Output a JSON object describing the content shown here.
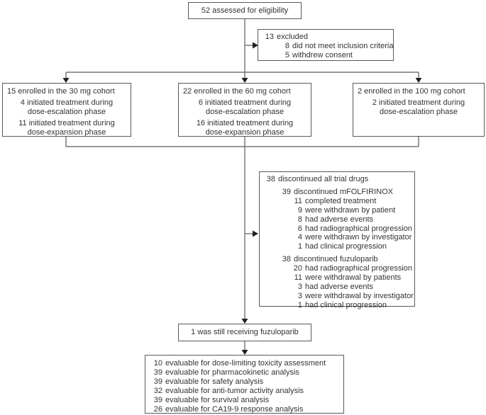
{
  "colors": {
    "box_border": "#58595b",
    "connector": "#58595b",
    "arrow": "#1f1f1f",
    "text": "#333333",
    "background": "#ffffff"
  },
  "flow": {
    "assessed": {
      "label": "52 assessed for eligibility"
    },
    "excluded": {
      "lines": [
        {
          "n": "13",
          "t": "excluded",
          "indent": 0
        },
        {
          "n": "8",
          "t": "did not meet inclusion criteria",
          "indent": 1
        },
        {
          "n": "5",
          "t": "withdrew consent",
          "indent": 1
        }
      ]
    },
    "cohort_30": {
      "title": "15 enrolled in the 30 mg cohort",
      "lines": [
        "4 initiated treatment during",
        "dose-escalation phase",
        "11 initiated treatment during",
        "dose-expansion phase"
      ]
    },
    "cohort_60": {
      "title": "22 enrolled in the 60 mg cohort",
      "lines": [
        "6 initiated treatment during",
        "dose-escalation phase",
        "16 initiated treatment during",
        "dose-expansion phase"
      ]
    },
    "cohort_100": {
      "title": "2 enrolled in the 100 mg cohort",
      "lines": [
        "2 initiated treatment during",
        "dose-escalation phase"
      ]
    },
    "discontinued": {
      "lines": [
        {
          "n": "38",
          "t": "discontinued all trial drugs",
          "indent": 0
        },
        {
          "n": "39",
          "t": "discontinued mFOLFIRINOX",
          "indent": 1
        },
        {
          "n": "11",
          "t": "completed treatment",
          "indent": 2
        },
        {
          "n": "9",
          "t": "were withdrawn by patient",
          "indent": 2
        },
        {
          "n": "8",
          "t": "had adverse events",
          "indent": 2
        },
        {
          "n": "6",
          "t": "had radiographical progression",
          "indent": 2
        },
        {
          "n": "4",
          "t": "were withdrawn by investigator",
          "indent": 2
        },
        {
          "n": "1",
          "t": "had clinical progression",
          "indent": 2
        },
        {
          "n": "38",
          "t": "discontinued fuzuloparib",
          "indent": 1
        },
        {
          "n": "20",
          "t": "had radiographical progression",
          "indent": 2
        },
        {
          "n": "11",
          "t": "were withdrawal by patients",
          "indent": 2
        },
        {
          "n": "3",
          "t": "had adverse events",
          "indent": 2
        },
        {
          "n": "3",
          "t": "were withdrawal by investigator",
          "indent": 2
        },
        {
          "n": "1",
          "t": "had clinical progression",
          "indent": 2
        }
      ]
    },
    "still_receiving": {
      "label": "1 was still receiving fuzuloparib"
    },
    "evaluable": {
      "lines": [
        {
          "n": "10",
          "t": "evaluable for dose-limiting toxicity assessment"
        },
        {
          "n": "39",
          "t": "evaluable for pharmacokinetic analysis"
        },
        {
          "n": "39",
          "t": "evaluable for safety analysis"
        },
        {
          "n": "32",
          "t": "evaluable for anti-tumor activity analysis"
        },
        {
          "n": "39",
          "t": "evaluable for survival analysis"
        },
        {
          "n": "26",
          "t": "evaluable for CA19-9 response analysis"
        }
      ]
    }
  }
}
